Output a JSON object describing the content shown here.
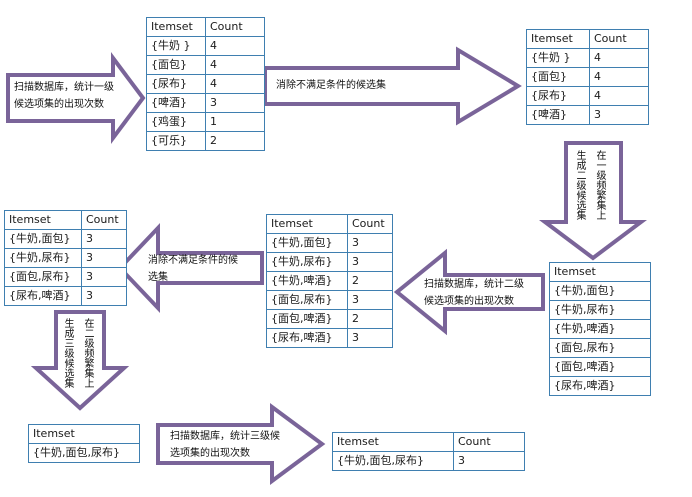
{
  "headers": {
    "itemset": "Itemset",
    "count": "Count"
  },
  "tables": {
    "c1": [
      {
        "itemset": "{牛奶 }",
        "count": "4"
      },
      {
        "itemset": "{面包}",
        "count": "4"
      },
      {
        "itemset": "{尿布}",
        "count": "4"
      },
      {
        "itemset": "{啤酒}",
        "count": "3"
      },
      {
        "itemset": "{鸡蛋}",
        "count": "1"
      },
      {
        "itemset": "{可乐}",
        "count": "2"
      }
    ],
    "l1": [
      {
        "itemset": "{牛奶 }",
        "count": "4"
      },
      {
        "itemset": "{面包}",
        "count": "4"
      },
      {
        "itemset": "{尿布}",
        "count": "4"
      },
      {
        "itemset": "{啤酒}",
        "count": "3"
      }
    ],
    "c2": [
      {
        "itemset": "{牛奶,面包}"
      },
      {
        "itemset": "{牛奶,尿布}"
      },
      {
        "itemset": "{牛奶,啤酒}"
      },
      {
        "itemset": "{面包,尿布}"
      },
      {
        "itemset": "{面包,啤酒}"
      },
      {
        "itemset": "{尿布,啤酒}"
      }
    ],
    "c2_counted": [
      {
        "itemset": "{牛奶,面包}",
        "count": "3"
      },
      {
        "itemset": "{牛奶,尿布}",
        "count": "3"
      },
      {
        "itemset": "{牛奶,啤酒}",
        "count": "2"
      },
      {
        "itemset": "{面包,尿布}",
        "count": "3"
      },
      {
        "itemset": "{面包,啤酒}",
        "count": "2"
      },
      {
        "itemset": "{尿布,啤酒}",
        "count": "3"
      }
    ],
    "l2": [
      {
        "itemset": "{牛奶,面包}",
        "count": "3"
      },
      {
        "itemset": "{牛奶,尿布}",
        "count": "3"
      },
      {
        "itemset": "{面包,尿布}",
        "count": "3"
      },
      {
        "itemset": "{尿布,啤酒}",
        "count": "3"
      }
    ],
    "c3": [
      {
        "itemset": "{牛奶,面包,尿布}"
      }
    ],
    "l3": [
      {
        "itemset": "{牛奶,面包,尿布}",
        "count": "3"
      }
    ]
  },
  "arrows": {
    "scan1": {
      "line1": "扫描数据库，统计一级",
      "line2": "候选项集的出现次数"
    },
    "prune1": {
      "line1": "消除不满足条件的候选集"
    },
    "gen2": {
      "col1": "生成二级候选集",
      "col2": "在一级频繁集上"
    },
    "scan2": {
      "line1": "扫描数据库，统计二级",
      "line2": "候选项集的出现次数"
    },
    "prune2": {
      "line1": "消除不满足条件的候",
      "line2": "选集"
    },
    "gen3": {
      "col1": "生成三级候选集",
      "col2": "在二级频繁集上"
    },
    "scan3": {
      "line1": "扫描数据库，统计三级候",
      "line2": "选项集的出现次数"
    }
  },
  "colors": {
    "arrow_stroke": "#7a6499",
    "table_border": "#3f7fb0",
    "background": "#ffffff"
  }
}
